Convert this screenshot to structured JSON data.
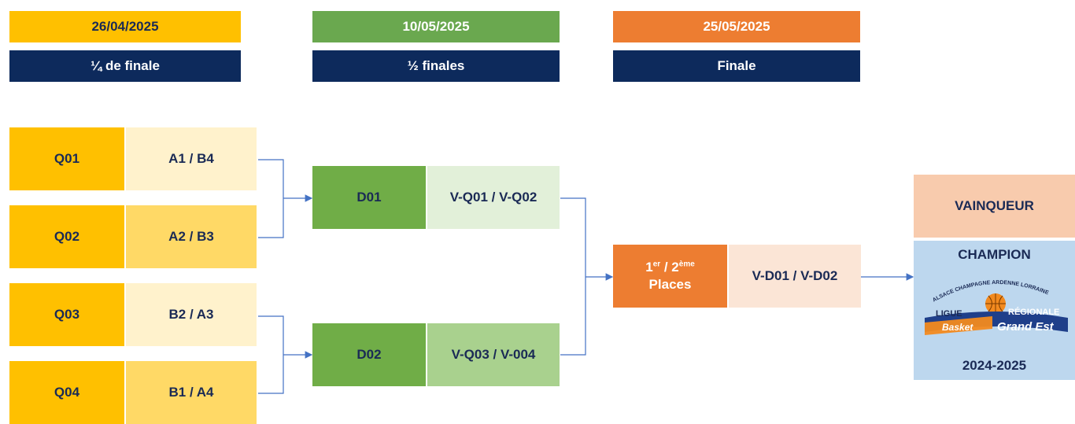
{
  "headers": {
    "quarter": {
      "date": "26/04/2025",
      "round": "¼ de finale",
      "color": "#ffc000"
    },
    "semi": {
      "date": "10/05/2025",
      "round": "½ finales",
      "color": "#70ad47"
    },
    "final": {
      "date": "25/05/2025",
      "round": "Finale",
      "color": "#ed7d31"
    }
  },
  "quarterfinals": [
    {
      "code": "Q01",
      "teams": "A1 / B4"
    },
    {
      "code": "Q02",
      "teams": "A2 / B3"
    },
    {
      "code": "Q03",
      "teams": "B2 / A3"
    },
    {
      "code": "Q04",
      "teams": "B1 / A4"
    }
  ],
  "semifinals": [
    {
      "code": "D01",
      "teams": "V-Q01 / V-Q02"
    },
    {
      "code": "D02",
      "teams": "V-Q03 / V-004"
    }
  ],
  "final": {
    "label_line1_a": "1",
    "label_sup_a": "er",
    "label_sep": " / 2",
    "label_sup_b": "ème",
    "label_line2": "Places",
    "teams": "V-D01 / V-D02"
  },
  "winner": {
    "label": "VAINQUEUR",
    "champion": "CHAMPION",
    "season": "2024-2025",
    "logo": {
      "arc_text": "ALSACE CHAMPAGNE ARDENNE LORRAINE",
      "ligue": "LIGUE",
      "regionale": "RÉGIONALE",
      "basket": "Basket",
      "grand_est": "Grand Est"
    }
  },
  "colors": {
    "navy": "#0d2a5c",
    "connector": "#4472c4"
  }
}
